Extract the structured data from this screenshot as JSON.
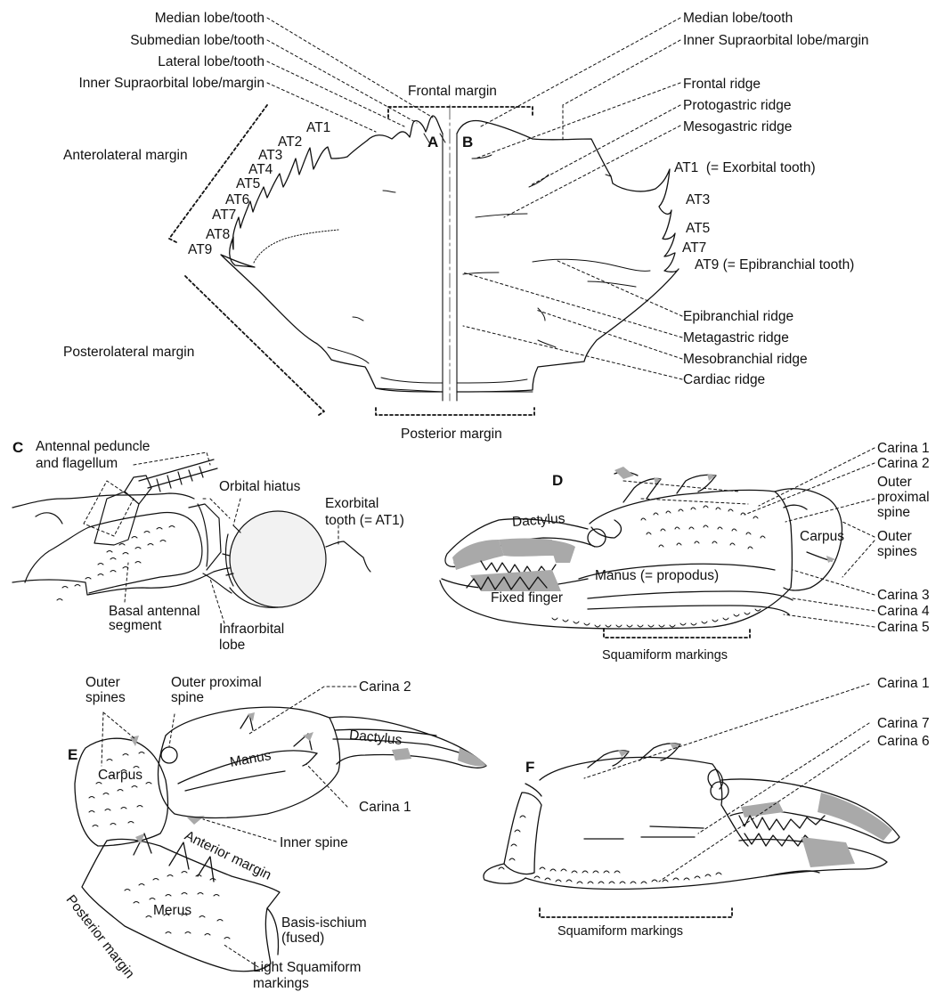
{
  "panels": {
    "a": "A",
    "b": "B",
    "c": "C",
    "d": "D",
    "e": "E",
    "f": "F"
  },
  "panel_ab": {
    "left_labels": {
      "median": "Median lobe/tooth",
      "submedian": "Submedian lobe/tooth",
      "lateral": "Lateral lobe/tooth",
      "inner_supraorbital": "Inner Supraorbital lobe/margin",
      "anterolateral": "Anterolateral margin",
      "posterolateral": "Posterolateral margin"
    },
    "center_labels": {
      "frontal": "Frontal margin",
      "posterior": "Posterior margin"
    },
    "teeth_left": [
      "AT1",
      "AT2",
      "AT3",
      "AT4",
      "AT5",
      "AT6",
      "AT7",
      "AT8",
      "AT9"
    ],
    "right_labels": {
      "median": "Median lobe/tooth",
      "inner_supraorbital": "Inner Supraorbital lobe/margin",
      "frontal_ridge": "Frontal ridge",
      "protogastric": "Protogastric ridge",
      "mesogastric": "Mesogastric ridge",
      "at1": "AT1  (= Exorbital tooth)",
      "at3": "AT3",
      "at5": "AT5",
      "at7": "AT7",
      "at9": "AT9 (= Epibranchial tooth)",
      "epibranchial": "Epibranchial ridge",
      "metagastric": "Metagastric ridge",
      "mesobranchial": "Mesobranchial ridge",
      "cardiac": "Cardiac ridge"
    }
  },
  "panel_c": {
    "peduncle_1": "Antennal peduncle",
    "peduncle_2": "and flagellum",
    "orbital_hiatus": "Orbital hiatus",
    "exorbital_1": "Exorbital",
    "exorbital_2": "tooth (= AT1)",
    "basal_1": "Basal antennal",
    "basal_2": "segment",
    "infraorbital_1": "Infraorbital",
    "infraorbital_2": "lobe"
  },
  "panel_d": {
    "carina1": "Carina 1",
    "carina2": "Carina 2",
    "outer_proximal_1": "Outer",
    "outer_proximal_2": "proximal",
    "outer_proximal_3": "spine",
    "dactylus": "Dactylus",
    "carpus": "Carpus",
    "outer_spines_1": "Outer",
    "outer_spines_2": "spines",
    "manus": "Manus (= propodus)",
    "fixed_finger": "Fixed finger",
    "carina3": "Carina 3",
    "carina4": "Carina 4",
    "carina5": "Carina 5",
    "squamiform": "Squamiform markings"
  },
  "panel_e": {
    "outer_spines_1": "Outer",
    "outer_spines_2": "spines",
    "outer_proximal_1": "Outer proximal",
    "outer_proximal_2": "spine",
    "carina2": "Carina 2",
    "dactylus": "Dactylus",
    "manus": "Manus",
    "carpus": "Carpus",
    "carina1": "Carina 1",
    "inner_spine": "Inner spine",
    "anterior_margin": "Anterior margin",
    "merus": "Merus",
    "basis_1": "Basis-ischium",
    "basis_2": "(fused)",
    "posterior_margin": "Posterior margin",
    "light_squam_1": "Light Squamiform",
    "light_squam_2": "markings"
  },
  "panel_f": {
    "carina1": "Carina 1",
    "carina7": "Carina 7",
    "carina6": "Carina 6",
    "squamiform": "Squamiform markings"
  },
  "colors": {
    "ink": "#111111",
    "shade": "#a9a9a9",
    "eye": "#f2f2f2"
  }
}
